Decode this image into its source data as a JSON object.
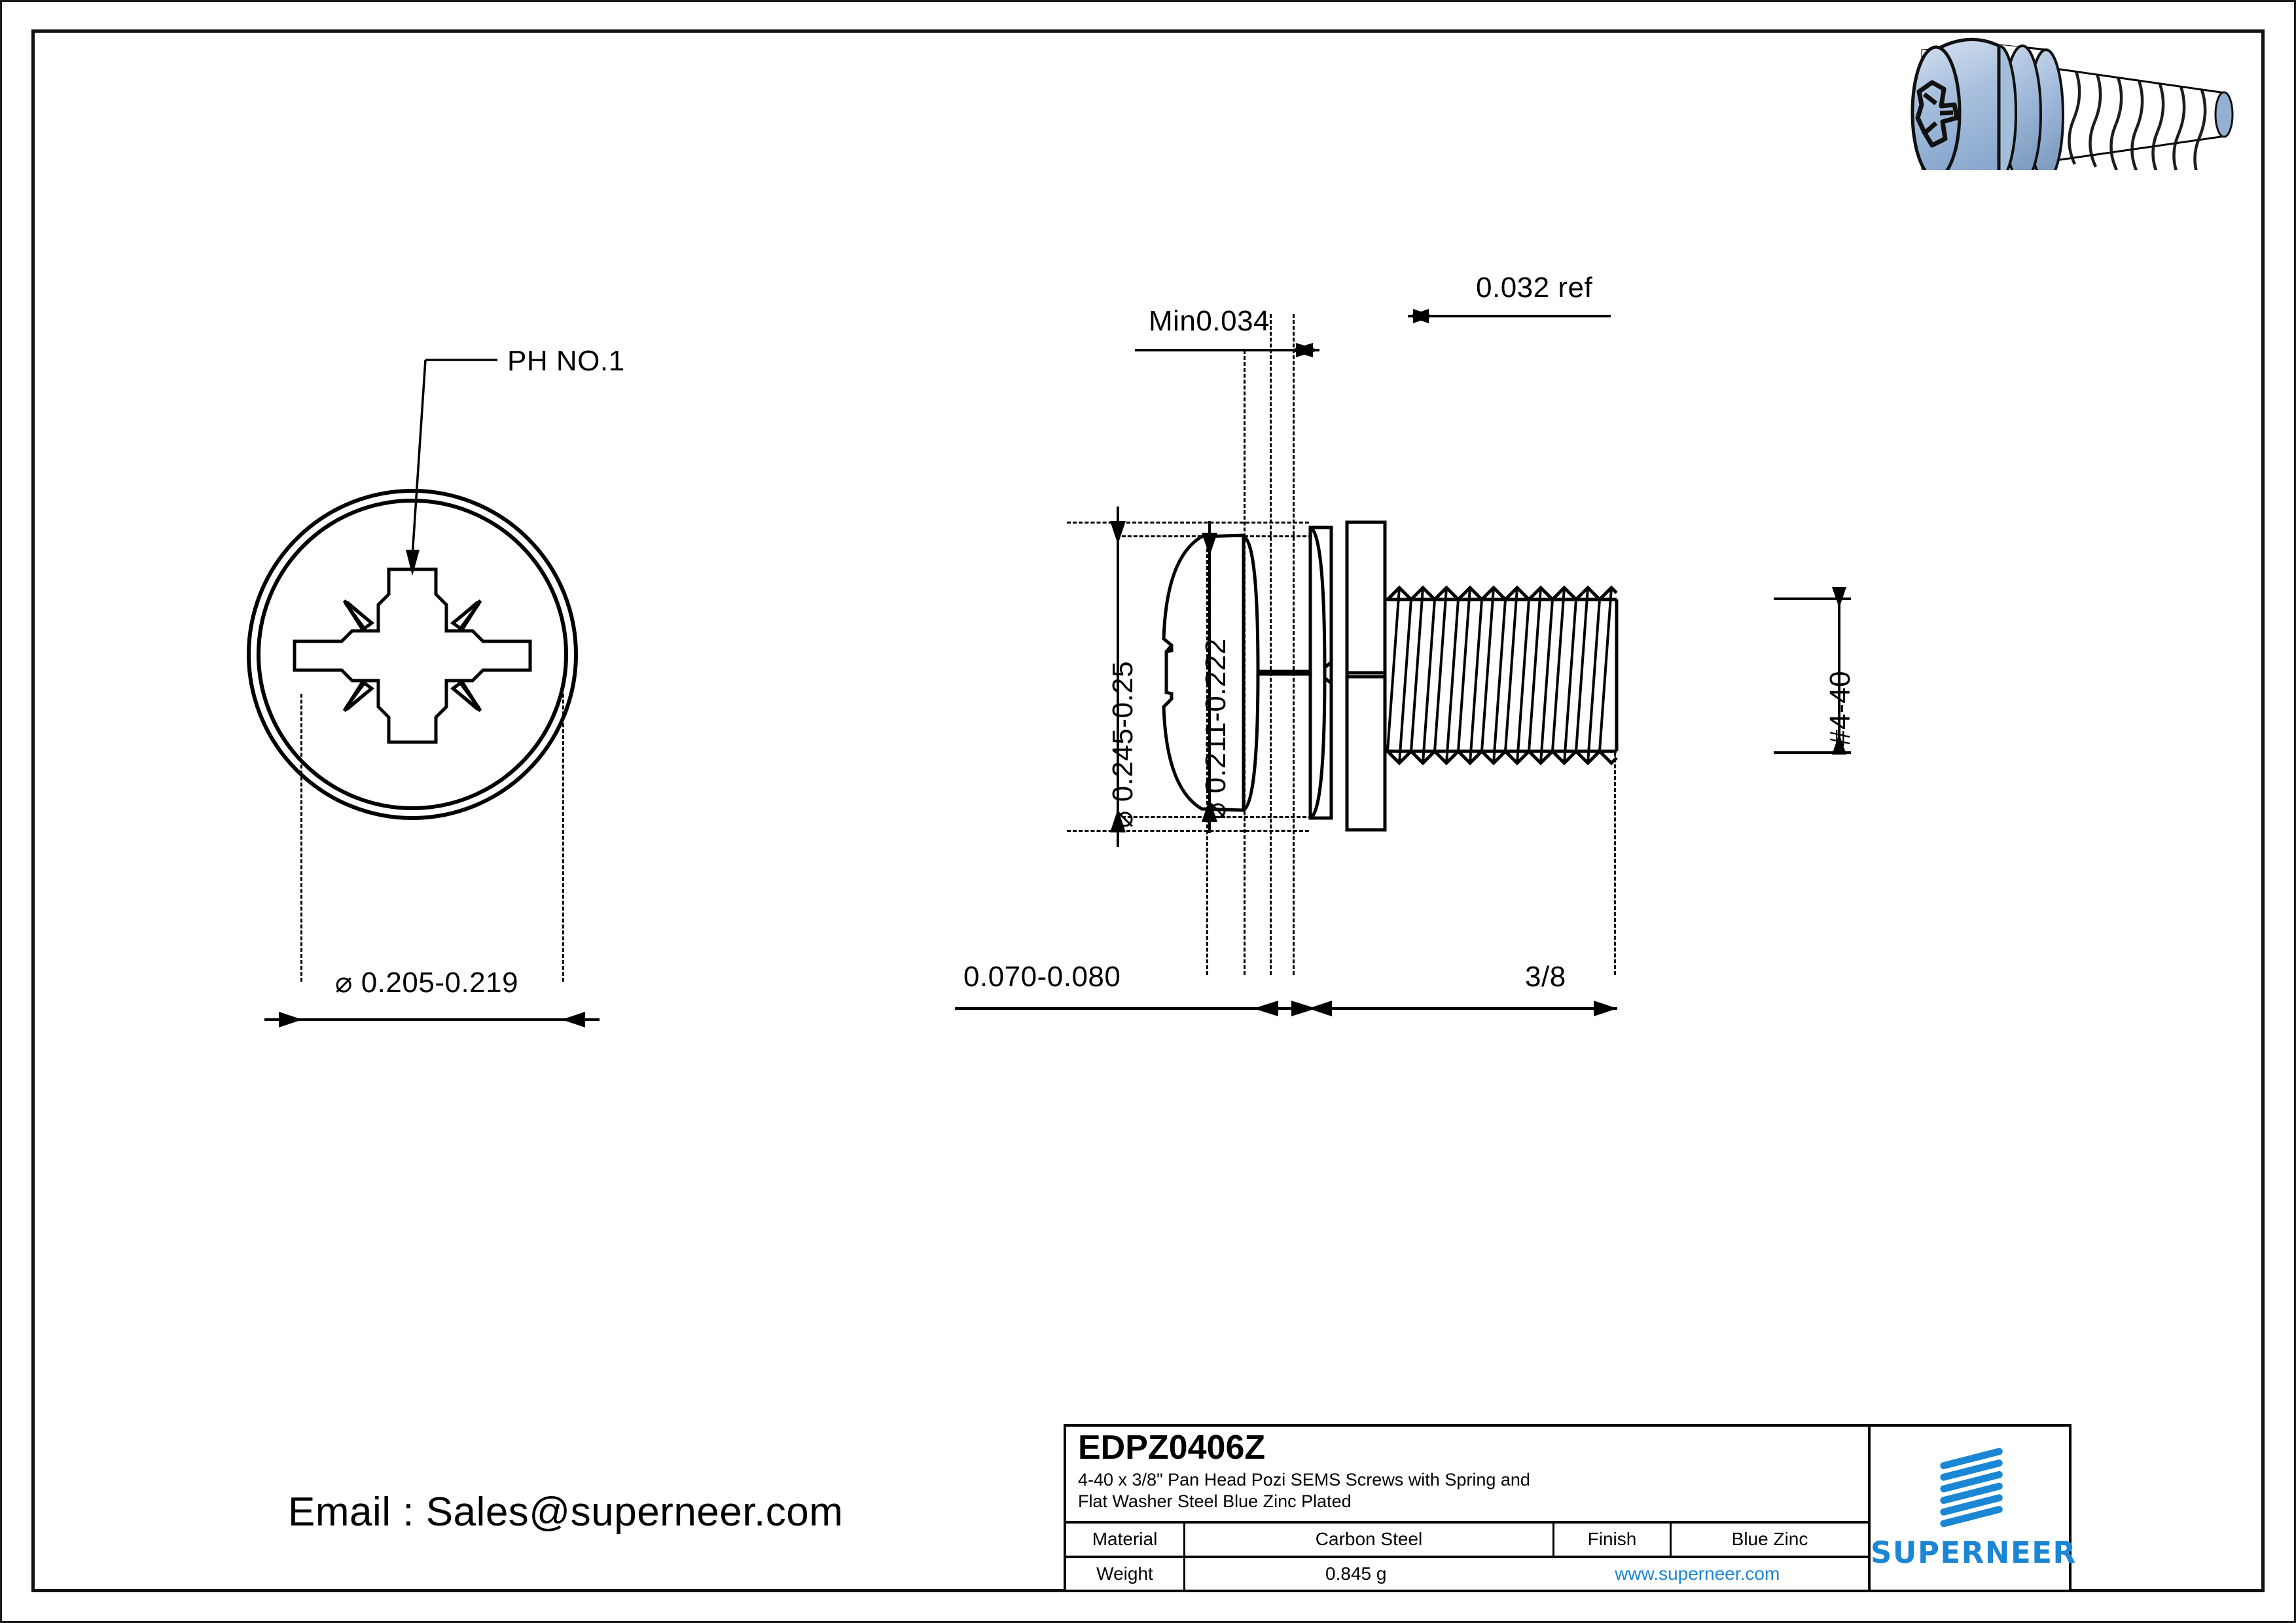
{
  "drawing": {
    "front_view": {
      "callout_label": "PH NO.1",
      "head_diameter_dim": "⌀ 0.205-0.219"
    },
    "side_view": {
      "top_dims": [
        {
          "name": "washer-thickness",
          "label": "0.032 ref"
        },
        {
          "name": "spring-washer-thickness",
          "label": "Min0.034"
        }
      ],
      "left_dims": [
        {
          "name": "washer-outer-diameter",
          "label": "⌀ 0.245-0.25"
        },
        {
          "name": "head-diameter",
          "label": "⌀ 0.211-0.222"
        }
      ],
      "right_dims": [
        {
          "name": "thread-size",
          "label": "#4-40"
        }
      ],
      "bottom_dims": [
        {
          "name": "head-height",
          "label": "0.070-0.080"
        },
        {
          "name": "thread-length",
          "label": "3/8"
        }
      ]
    },
    "iso_view": {
      "name": "pan-head-pozi-sems-screw-3d",
      "body_color": "#9cb7d8",
      "highlight_color": "#cfdcec",
      "shadow_color": "#7e9bc0",
      "outline_color": "#111111"
    }
  },
  "title_block": {
    "part_number": "EDPZ0406Z",
    "description_line1": "4-40 x 3/8\" Pan Head Pozi SEMS Screws with Spring and",
    "description_line2": "Flat Washer Steel Blue Zinc Plated",
    "material_label": "Material",
    "material_value": "Carbon Steel",
    "finish_label": "Finish",
    "finish_value": "Blue Zinc",
    "weight_label": "Weight",
    "weight_value": "0.845 g",
    "website": "www.superneer.com",
    "brand_name": "SUPERNEER",
    "brand_color": "#1b86d4"
  },
  "footer": {
    "email": "Email : Sales@superneer.com"
  }
}
